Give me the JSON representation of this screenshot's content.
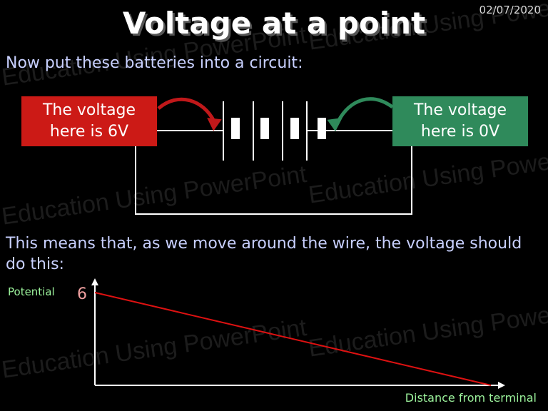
{
  "date": "02/07/2020",
  "title": "Voltage at a point",
  "intro_text": "Now put these batteries into a circuit:",
  "left_box": {
    "line1": "The voltage",
    "line2": "here is 6V"
  },
  "right_box": {
    "line1": "The voltage",
    "line2": "here is 0V"
  },
  "explanation": "This means that, as we move around the wire, the voltage should do this:",
  "graph": {
    "y_label": "Potential",
    "x_label": "Distance from terminal",
    "y_tick": "6",
    "line_start_value": 6,
    "line_end_value": 0,
    "line_color": "#dd1111"
  },
  "watermark": "Education Using PowerPoint",
  "colors": {
    "red_box": "#cc1a16",
    "green_box": "#2f8a5b",
    "red_arrow": "#c0181a",
    "green_arrow": "#2f8a5b"
  }
}
